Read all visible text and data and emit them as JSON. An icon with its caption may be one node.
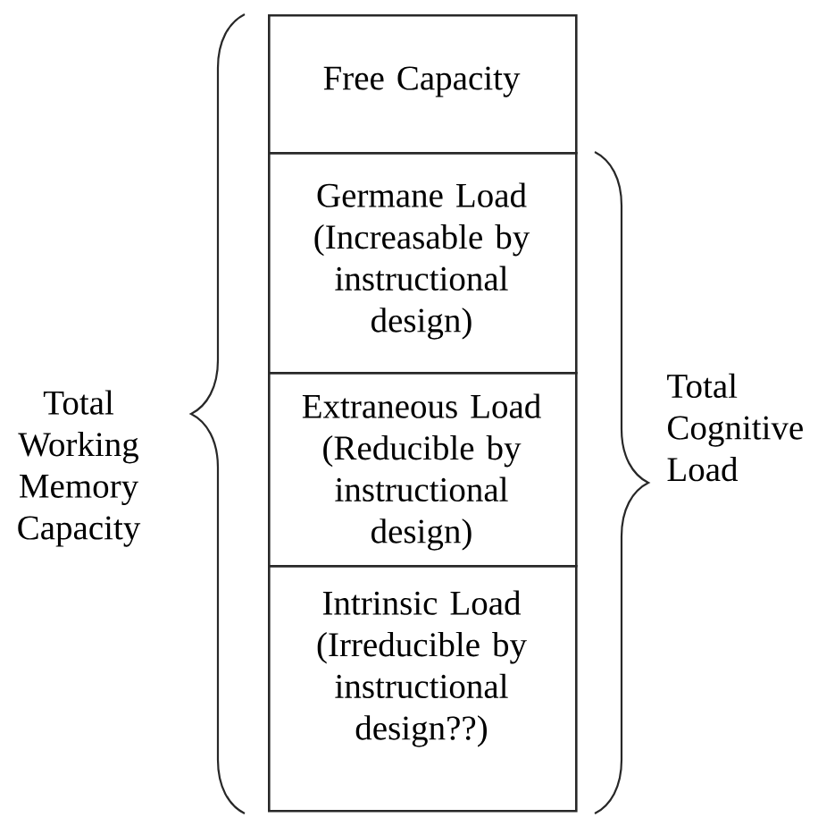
{
  "diagram": {
    "nodes": [
      {
        "text": [
          "Free Capacity"
        ]
      },
      {
        "text": [
          "Germane Load",
          "(Increasable by instructional design)"
        ]
      },
      {
        "text": [
          "Extraneous Load",
          "(Reducible by instructional design)"
        ]
      },
      {
        "text": [
          "Intrinsic Load",
          "(Irreducible by instructional design??)"
        ]
      }
    ],
    "labels": [
      "Total Working Memory Capacity",
      "Total Cognitive Load"
    ]
  }
}
